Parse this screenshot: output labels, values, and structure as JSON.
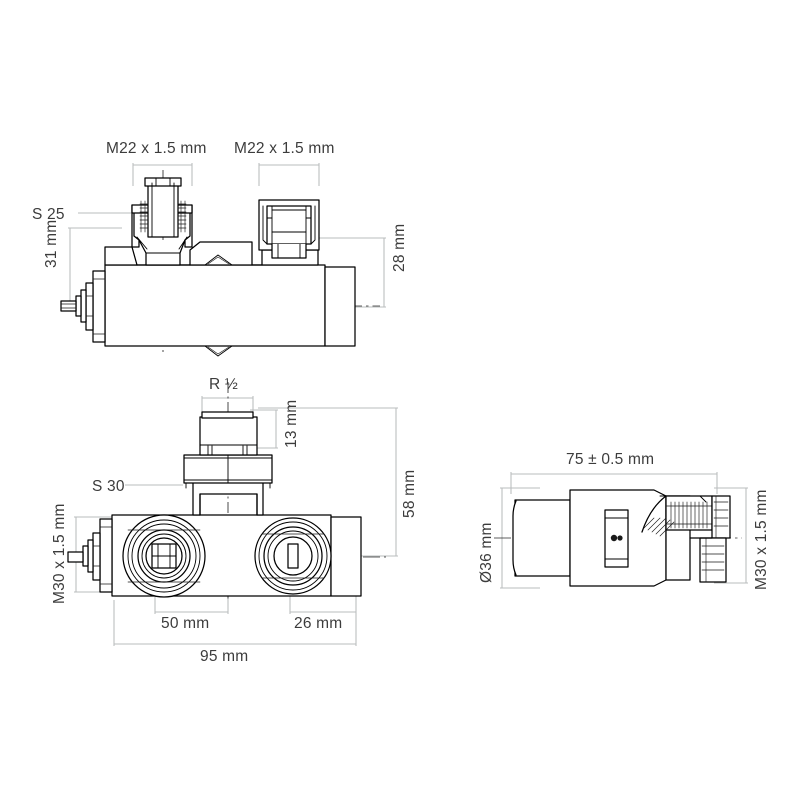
{
  "document": {
    "type": "technical-drawing",
    "subject": "Thermostatic radiator valve set — dimensioned engineering drawing",
    "background_color": "#ffffff",
    "line_color": "#000000",
    "dimension_line_color": "#b9bcbd",
    "text_color": "#3c3c3c"
  },
  "views": {
    "top": {
      "name": "top-view",
      "labels": {
        "thread_left": "M22 x 1.5 mm",
        "thread_right": "M22 x 1.5 mm",
        "spanner": "S 25",
        "height_left": "31 mm",
        "height_right": "28 mm"
      }
    },
    "front": {
      "name": "front-view",
      "labels": {
        "pipe_thread": "R ½",
        "pipe_height": "13 mm",
        "total_height": "58 mm",
        "spanner": "S 30",
        "body_thread": "M30 x 1.5 mm",
        "center_span": "50 mm",
        "right_span": "26 mm",
        "total_width": "95 mm"
      }
    },
    "side": {
      "name": "side-view",
      "labels": {
        "length": "75 ± 0.5 mm",
        "diameter": "Ø36 mm",
        "connection_thread": "M30 x 1.5 mm"
      }
    }
  }
}
